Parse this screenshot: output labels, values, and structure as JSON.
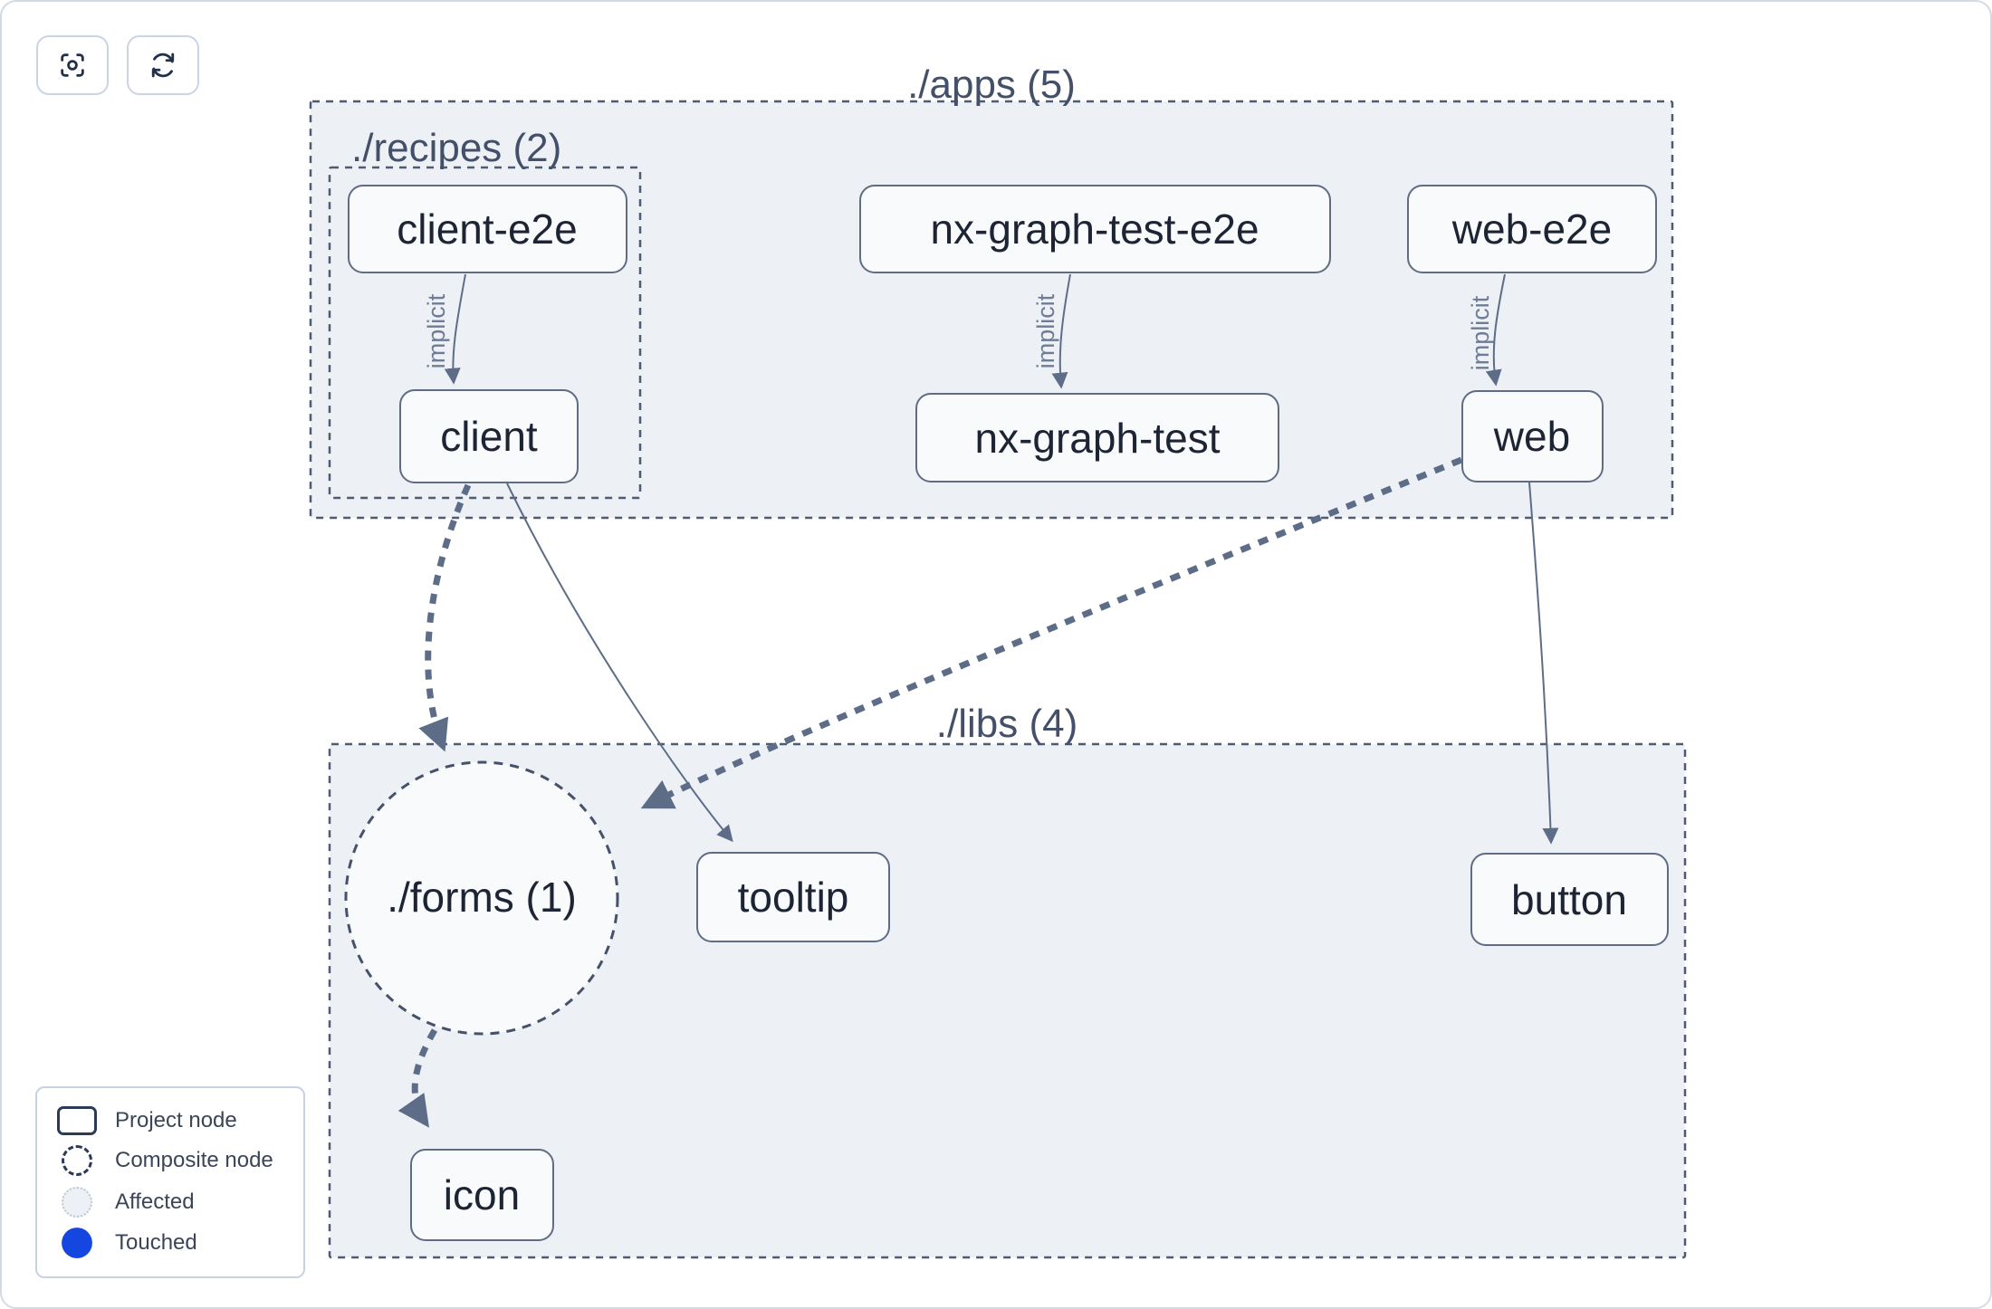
{
  "toolbar": {
    "focus_button": "focus-graph",
    "refresh_button": "refresh-graph"
  },
  "graph": {
    "containers": {
      "apps": {
        "label": "./apps (5)"
      },
      "recipes": {
        "label": "./recipes (2)"
      },
      "libs": {
        "label": "./libs (4)"
      }
    },
    "composite": {
      "forms": {
        "label": "./forms (1)"
      }
    },
    "nodes": {
      "client_e2e": {
        "label": "client-e2e"
      },
      "nx_graph_test_e2e": {
        "label": "nx-graph-test-e2e"
      },
      "web_e2e": {
        "label": "web-e2e"
      },
      "client": {
        "label": "client"
      },
      "nx_graph_test": {
        "label": "nx-graph-test"
      },
      "web": {
        "label": "web"
      },
      "tooltip": {
        "label": "tooltip"
      },
      "button": {
        "label": "button"
      },
      "icon": {
        "label": "icon"
      }
    },
    "edge_labels": {
      "client_e2e_to_client": "implicit",
      "nx_graph_test_e2e_to_nx_graph_test": "implicit",
      "web_e2e_to_web": "implicit"
    }
  },
  "legend": {
    "items": [
      {
        "label": "Project node",
        "swatch": "project-node"
      },
      {
        "label": "Composite node",
        "swatch": "composite-node"
      },
      {
        "label": "Affected",
        "swatch": "affected"
      },
      {
        "label": "Touched",
        "swatch": "touched"
      }
    ]
  },
  "colors": {
    "touched": "#1546e0",
    "affected_fill": "#edf0f4",
    "container_fill": "#edf1f6",
    "edge": "#5d6d88"
  }
}
